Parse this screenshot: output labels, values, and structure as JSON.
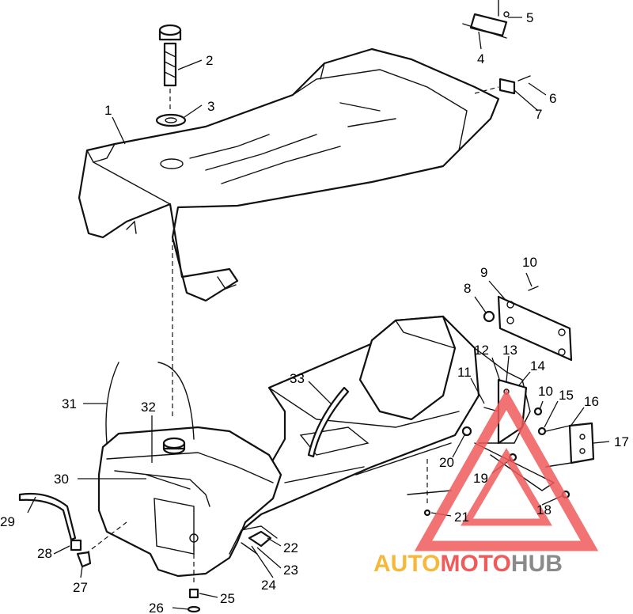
{
  "callouts": [
    "1",
    "2",
    "3",
    "4",
    "5",
    "6",
    "7",
    "8",
    "9",
    "10",
    "10",
    "11",
    "12",
    "13",
    "14",
    "15",
    "16",
    "17",
    "18",
    "19",
    "20",
    "21",
    "22",
    "23",
    "24",
    "25",
    "26",
    "27",
    "28",
    "29",
    "30",
    "31",
    "32",
    "33"
  ],
  "watermark": {
    "part1": "AUTO",
    "part2": "MOTO",
    "part3": "HUB",
    "color_auto": "#f5b83a",
    "color_moto": "#ef5b5b",
    "color_hub": "#8a8a8a",
    "triangle_color": "#ef5b5b"
  }
}
